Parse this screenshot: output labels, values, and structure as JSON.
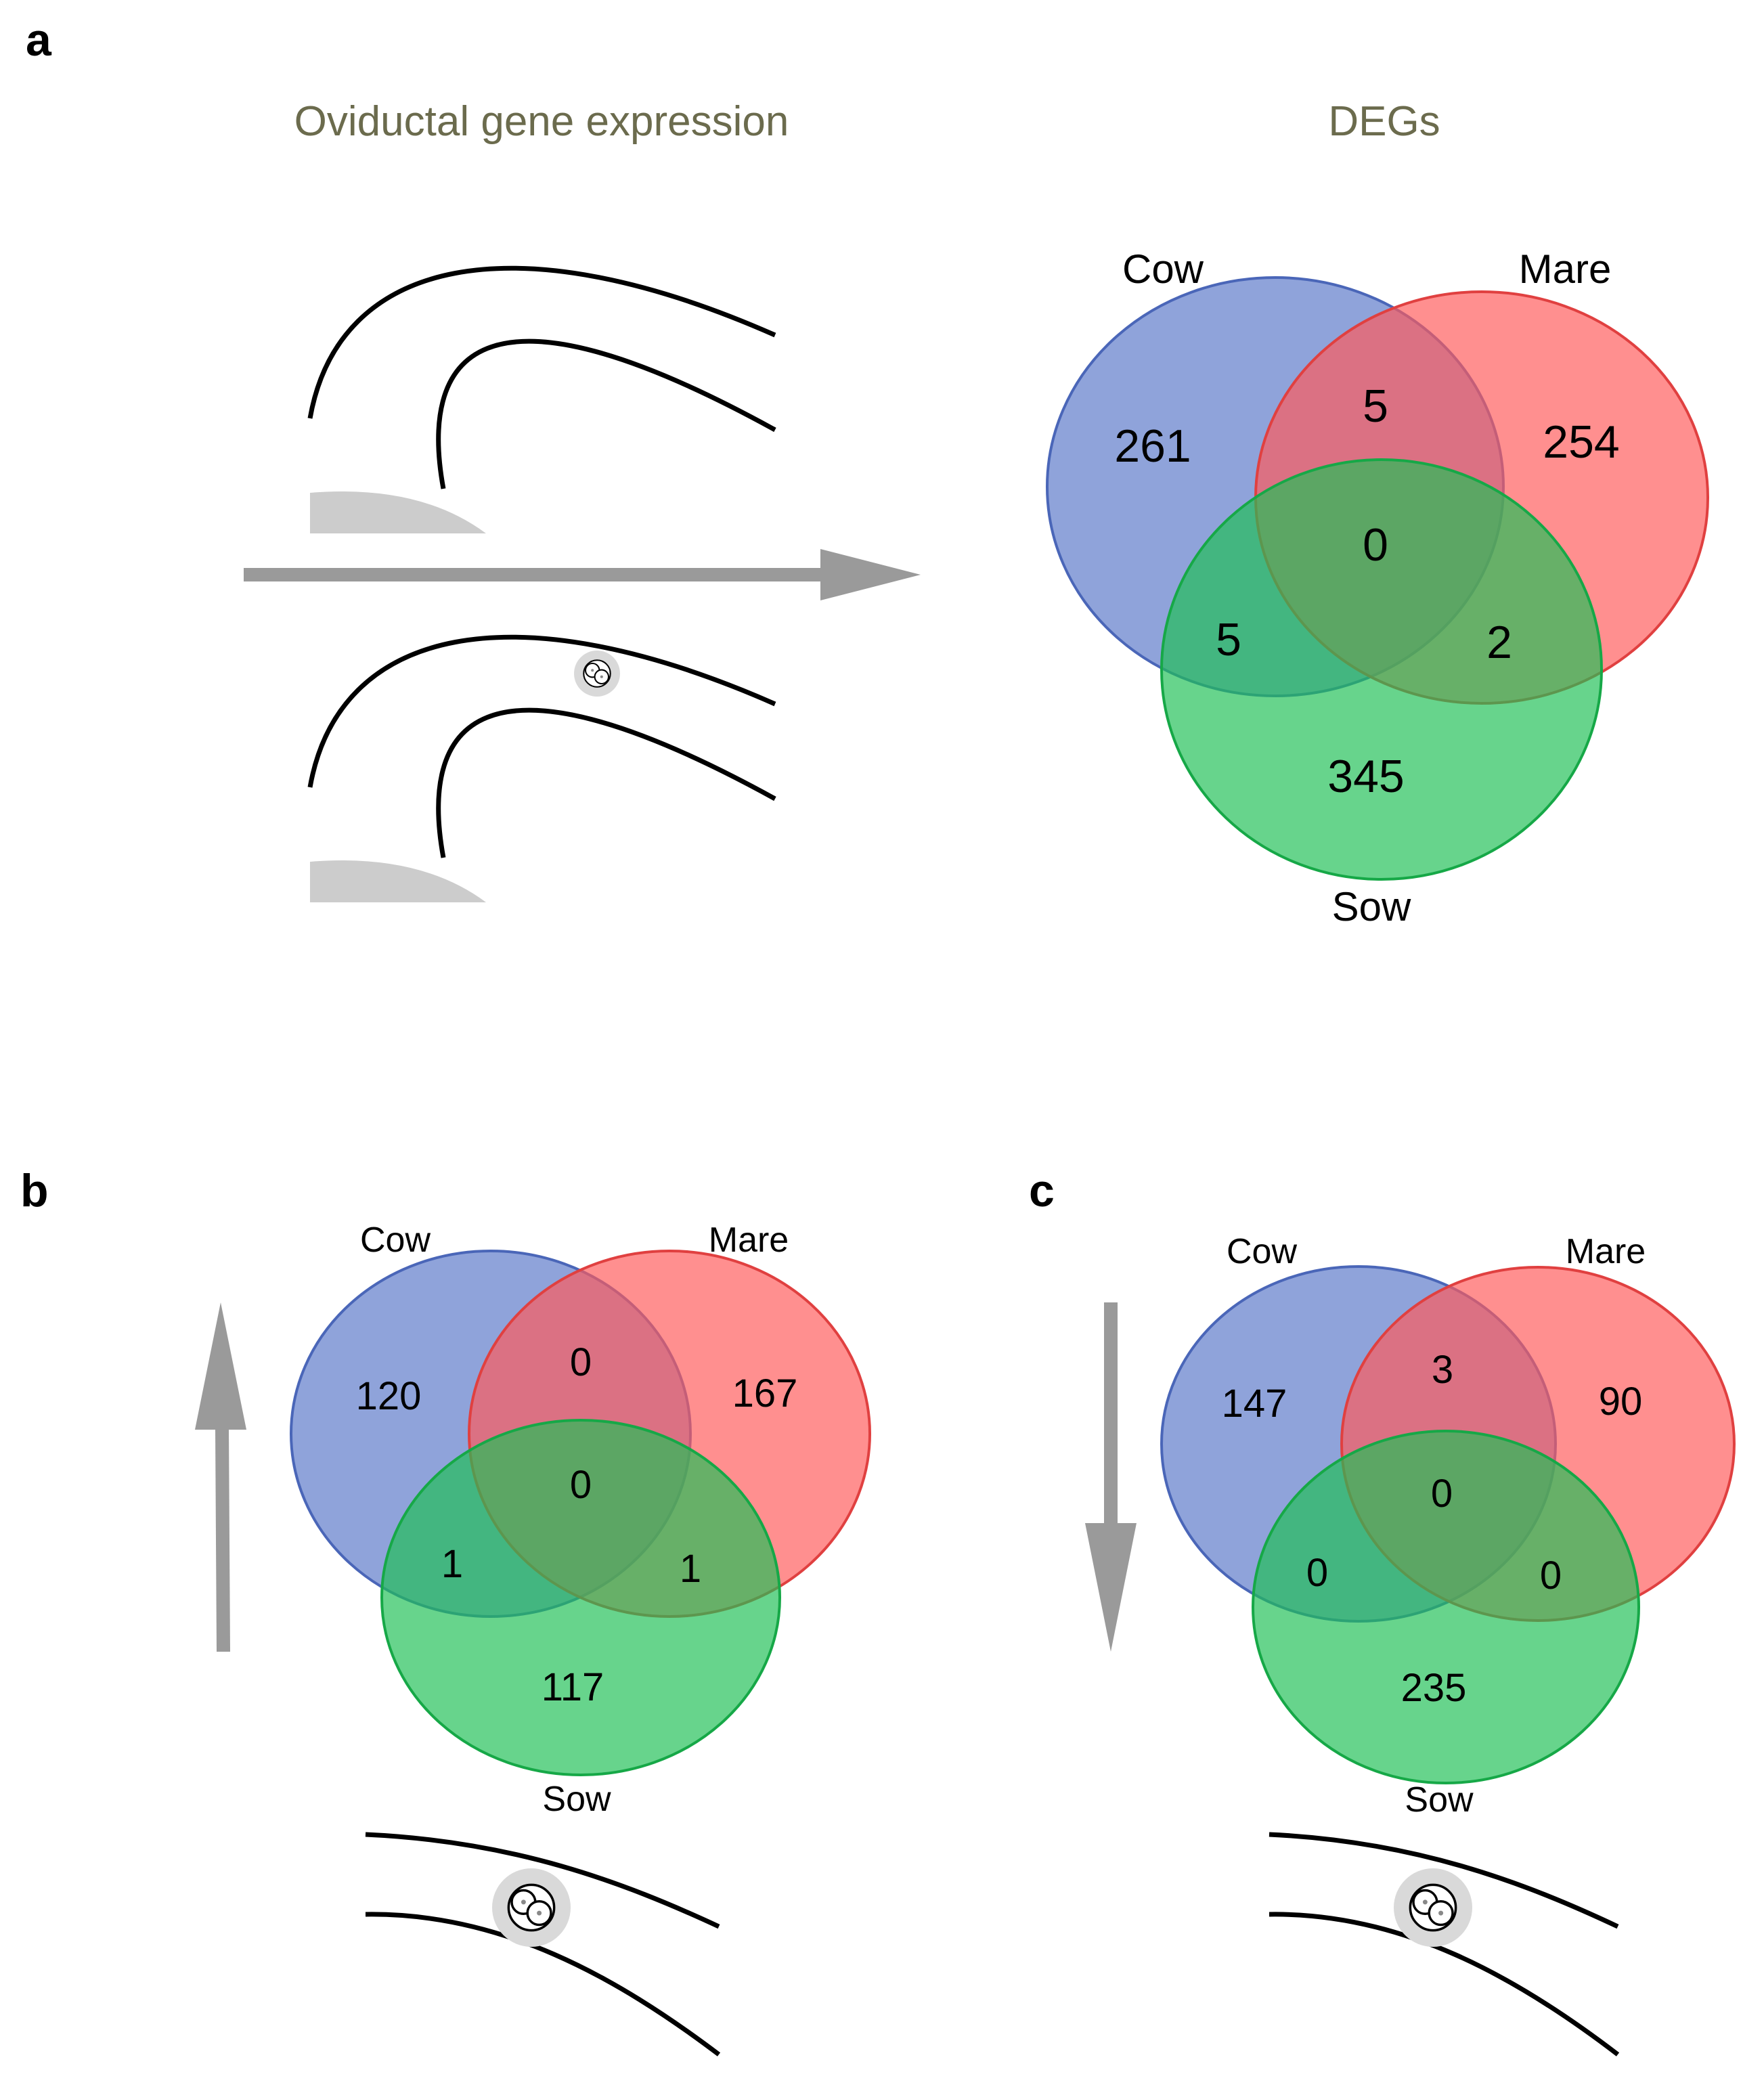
{
  "panels": {
    "a": {
      "letter": "a",
      "left_heading": "Oviductal gene expression",
      "right_heading": "DEGs",
      "labels": {
        "cow": "Cow",
        "mare": "Mare",
        "sow": "Sow"
      },
      "counts": {
        "cow_only": "261",
        "mare_only": "254",
        "sow_only": "345",
        "cow_mare": "5",
        "cow_sow": "5",
        "mare_sow": "2",
        "all": "0"
      }
    },
    "b": {
      "letter": "b",
      "labels": {
        "cow": "Cow",
        "mare": "Mare",
        "sow": "Sow"
      },
      "counts": {
        "cow_only": "120",
        "mare_only": "167",
        "sow_only": "117",
        "cow_mare": "0",
        "cow_sow": "1",
        "mare_sow": "1",
        "all": "0"
      }
    },
    "c": {
      "letter": "c",
      "labels": {
        "cow": "Cow",
        "mare": "Mare",
        "sow": "Sow"
      },
      "counts": {
        "cow_only": "147",
        "mare_only": "90",
        "sow_only": "235",
        "cow_mare": "3",
        "cow_sow": "0",
        "mare_sow": "0",
        "all": "0"
      }
    }
  },
  "colors": {
    "heading": "#6b6b4d",
    "cow_fill": "#5a78c8",
    "cow_stroke": "#4a66b8",
    "mare_fill": "#ff5a5a",
    "mare_stroke": "#e04040",
    "sow_fill": "#1fbf55",
    "sow_stroke": "#16a847",
    "arrow": "#9a9a9a",
    "tissue": "#cccccc"
  }
}
